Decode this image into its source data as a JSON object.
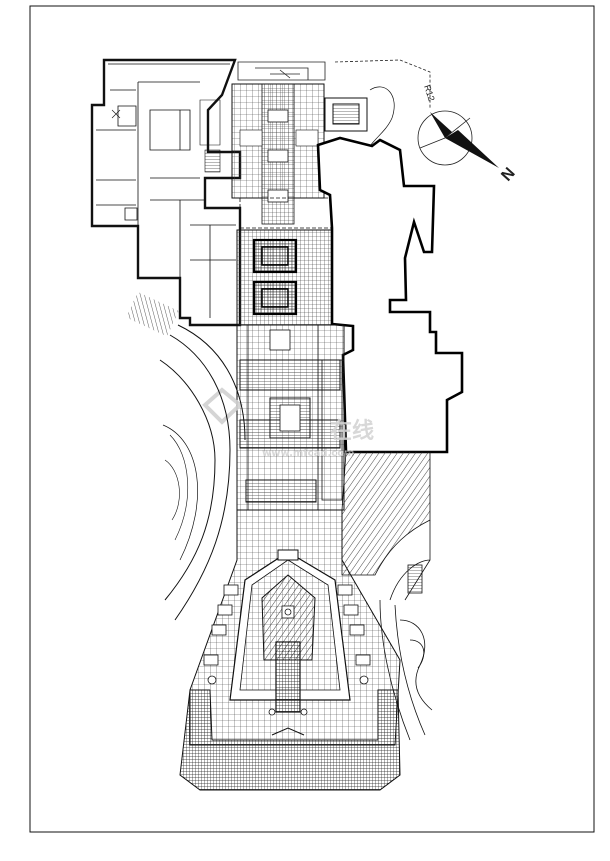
{
  "drawing": {
    "radius_label": "R12",
    "north_label": "N",
    "watermark_text": "在线",
    "watermark_url": "www.mfcad.com"
  },
  "colors": {
    "line": "#111111",
    "hatch": "#333333",
    "watermark": "#d4d4d4",
    "paper": "#ffffff"
  },
  "icons": [
    "north-arrow-icon",
    "watermark-logo-icon"
  ]
}
